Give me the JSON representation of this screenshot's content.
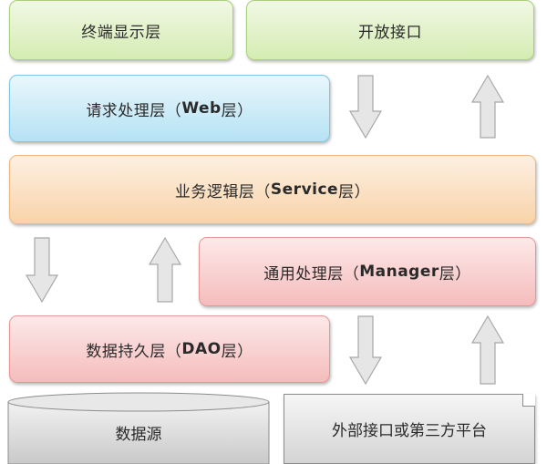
{
  "layers": {
    "terminal": "终端显示层",
    "open_api": "开放接口",
    "web": {
      "name": "请求处理层（",
      "tag": "Web",
      "suffix": "层）"
    },
    "service": {
      "name": "业务逻辑层（",
      "tag": "Service",
      "suffix": "层）"
    },
    "manager": {
      "name": "通用处理层（",
      "tag": "Manager",
      "suffix": "层）"
    },
    "dao": {
      "name": "数据持久层（",
      "tag": "DAO",
      "suffix": "层）"
    },
    "datasource": "数据源",
    "external": "外部接口或第三方平台"
  },
  "arrows": [
    {
      "direction": "down",
      "icon": "arrow-down-icon"
    },
    {
      "direction": "up",
      "icon": "arrow-up-icon"
    }
  ]
}
